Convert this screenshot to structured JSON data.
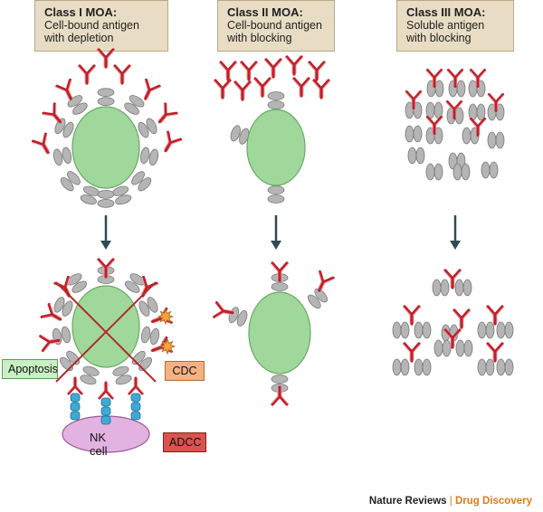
{
  "panels": [
    {
      "title": "Class I MOA:",
      "line1": "Cell-bound antigen",
      "line2": "with depletion"
    },
    {
      "title": "Class II MOA:",
      "line1": "Cell-bound antigen",
      "line2": "with blocking"
    },
    {
      "title": "Class III MOA:",
      "line1": "Soluble antigen",
      "line2": "with blocking"
    }
  ],
  "labels": {
    "apoptosis": "Apoptosis",
    "cdc": "CDC",
    "nk_cell": "NK cell",
    "adcc": "ADCC"
  },
  "colors": {
    "header_bg": "#e8dcc4",
    "cell_green": "#9fd89a",
    "antibody_red": "#c0202a",
    "antigen_grey": "#b5b5b5",
    "arrow": "#2f4a55",
    "apoptosis_bg": "#c9efc4",
    "cdc_bg": "#f4b183",
    "adcc_bg": "#d9534f",
    "nk_cell_bg": "#e2b3e0",
    "receptor_blue": "#3fa9d6",
    "complement_orange": "#f2a33a",
    "cross_red": "#b22a2a"
  },
  "footer": {
    "journal": "Nature Reviews",
    "separator": "|",
    "section": "Drug Discovery"
  }
}
